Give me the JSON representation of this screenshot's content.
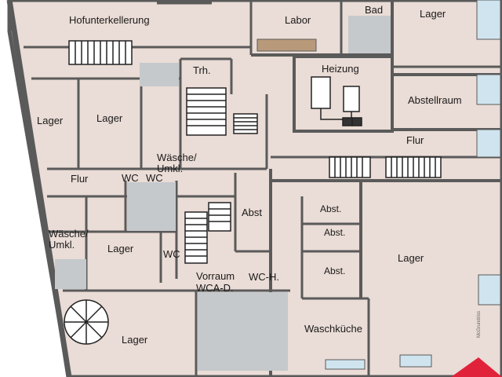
{
  "rooms": {
    "hofunterkellerung": "Hofunterkellerung",
    "labor": "Labor",
    "bad": "Bad",
    "lager_top_right": "Lager",
    "heizung": "Heizung",
    "abstellraum": "Abstellraum",
    "trh": "Trh.",
    "lager_left_1": "Lager",
    "lager_left_2": "Lager",
    "waesche_umkl_1": "Wäsche/\nUmkl.",
    "flur_right": "Flur",
    "flur_left": "Flur",
    "wc_1": "WC",
    "wc_2": "WC",
    "waesche_umkl_2": "Wäsche/\nUmkl.",
    "lager_middle": "Lager",
    "abst_1": "Abst",
    "abst_2": "Abst.",
    "abst_3": "Abst.",
    "abst_4": "Abst.",
    "lager_right": "Lager",
    "wc_3": "WC",
    "vorraum_wca_d": "Vorraum\nWCA-D.",
    "wc_h": "WC-H.",
    "waschkueche": "Waschküche",
    "lager_bottom": "Lager"
  },
  "credit": "McGrundriss",
  "colors": {
    "floor": "#eadcd6",
    "walls": "#5a5a5a",
    "tiles": "#c5c9cc",
    "windows": "#cfe4ee",
    "furniture": "#ffffff",
    "stamp": "#e0233a"
  }
}
